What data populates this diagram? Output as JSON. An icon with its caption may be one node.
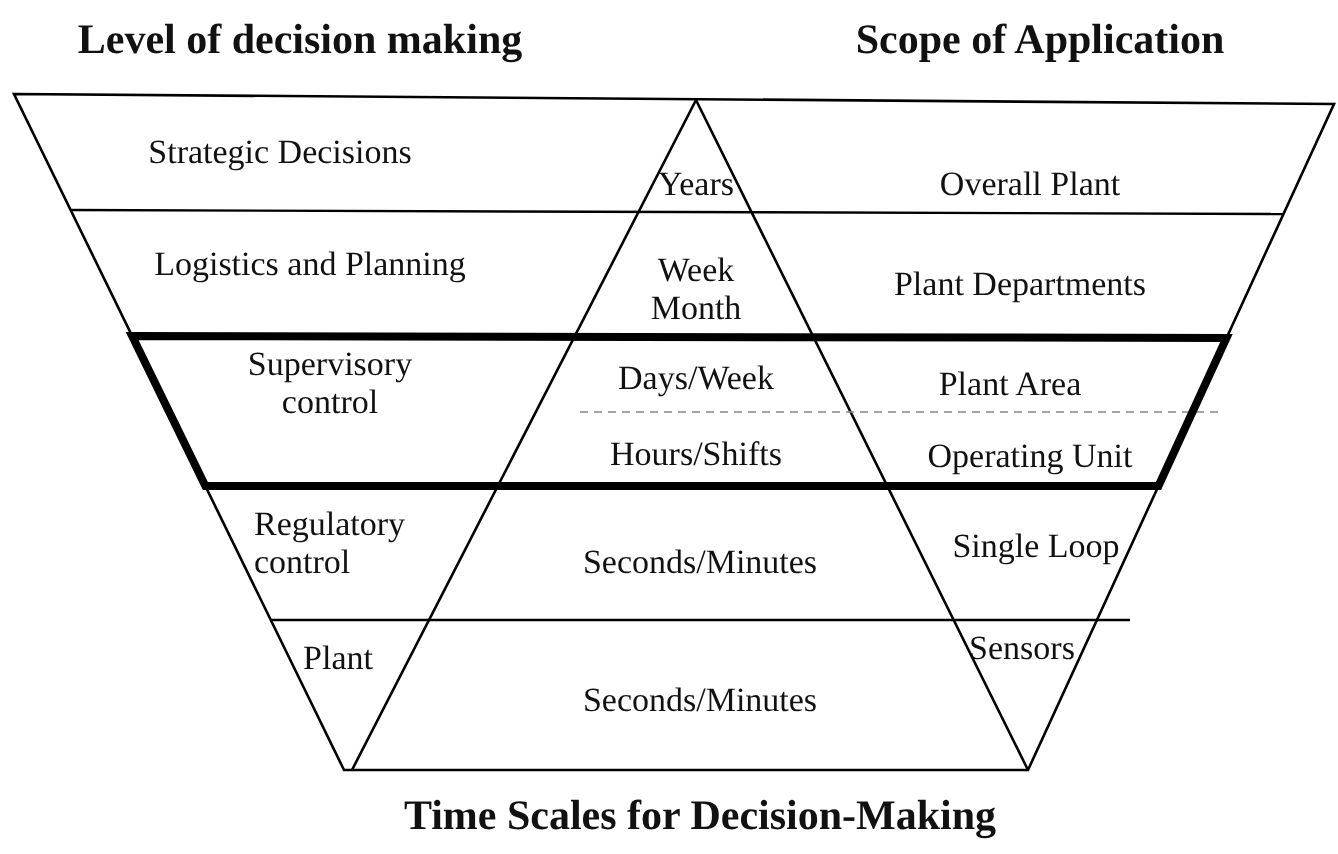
{
  "diagram": {
    "labels": [
      "Level of decision making",
      "Scope of Application",
      "Strategic Decisions",
      "Years",
      "Overall Plant",
      "Logistics and Planning",
      "Week Month",
      "Plant Departments",
      "Supervisory control",
      "Days/Week",
      "Plant Area",
      "Hours/Shifts",
      "Operating Unit",
      "Regulatory control",
      "Seconds/Minutes",
      "Single Loop",
      "Plant",
      "Seconds/Minutes",
      "Sensors",
      "Time Scales for Decision-Making"
    ]
  }
}
